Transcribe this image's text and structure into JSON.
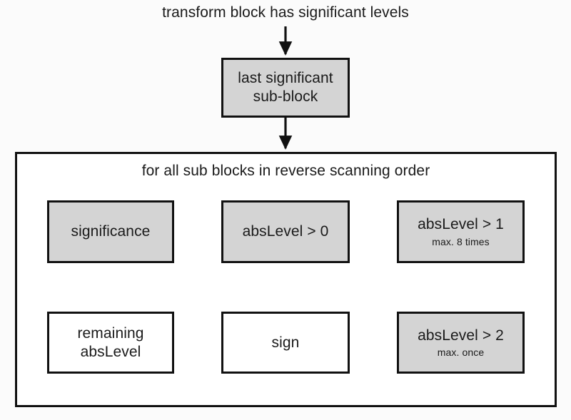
{
  "diagram": {
    "top_caption": "transform block has significant levels",
    "loop_caption": "for all sub blocks in reverse scanning order",
    "colors": {
      "background": "#fbfbfb",
      "stroke": "#111111",
      "filled_node": "#d4d4d4",
      "plain_node": "#ffffff"
    },
    "nodes": {
      "last_significant": {
        "label": "last significant\nsub-block",
        "sub": "",
        "fill": "gray"
      },
      "significance": {
        "label": "significance",
        "sub": "",
        "fill": "gray"
      },
      "abs_level_gt0": {
        "label": "absLevel > 0",
        "sub": "",
        "fill": "gray"
      },
      "abs_level_gt1": {
        "label": "absLevel > 1",
        "sub": "max. 8 times",
        "fill": "gray"
      },
      "abs_level_gt2": {
        "label": "absLevel > 2",
        "sub": "max. once",
        "fill": "gray"
      },
      "sign": {
        "label": "sign",
        "sub": "",
        "fill": "white"
      },
      "remaining": {
        "label": "remaining\nabsLevel",
        "sub": "",
        "fill": "white"
      }
    },
    "edges": [
      {
        "name": "caption-to-last-significant",
        "direction": "down"
      },
      {
        "name": "last-significant-to-loop",
        "direction": "down"
      },
      {
        "name": "significance-to-abs0",
        "direction": "right"
      },
      {
        "name": "abs0-to-abs1",
        "direction": "right"
      },
      {
        "name": "abs1-to-abs2",
        "direction": "down"
      },
      {
        "name": "abs2-to-sign",
        "direction": "left"
      },
      {
        "name": "sign-to-remaining",
        "direction": "left"
      }
    ]
  }
}
